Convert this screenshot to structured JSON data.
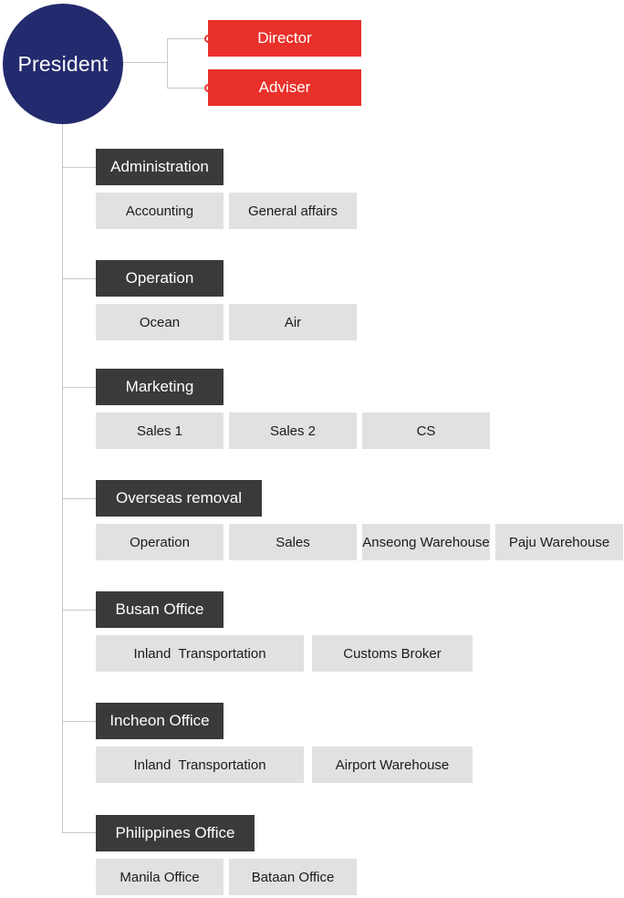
{
  "president": {
    "label": "President"
  },
  "executives": [
    {
      "label": "Director"
    },
    {
      "label": "Adviser"
    }
  ],
  "sections": [
    {
      "id": "administration",
      "title": "Administration",
      "children": [
        "Accounting",
        "General affairs"
      ]
    },
    {
      "id": "operation",
      "title": "Operation",
      "children": [
        "Ocean",
        "Air"
      ]
    },
    {
      "id": "marketing",
      "title": "Marketing",
      "children": [
        "Sales 1",
        "Sales 2",
        "CS"
      ]
    },
    {
      "id": "overseas-removal",
      "title": "Overseas removal",
      "children": [
        "Operation",
        "Sales",
        "Anseong Warehouse",
        "Paju Warehouse"
      ]
    },
    {
      "id": "busan-office",
      "title": "Busan Office",
      "children": [
        "Inland  Transportation",
        "Customs Broker"
      ]
    },
    {
      "id": "incheon-office",
      "title": "Incheon Office",
      "children": [
        "Inland  Transportation",
        "Airport Warehouse"
      ]
    },
    {
      "id": "philippines-office",
      "title": "Philippines Office",
      "children": [
        "Manila Office",
        "Bataan Office"
      ]
    }
  ],
  "colors": {
    "president_navy": "#232a6d",
    "executive_red": "#e9302a",
    "header_dark": "#3a3a3a",
    "child_gray": "#e1e1e1",
    "connector_gray": "#c9c9c9"
  }
}
